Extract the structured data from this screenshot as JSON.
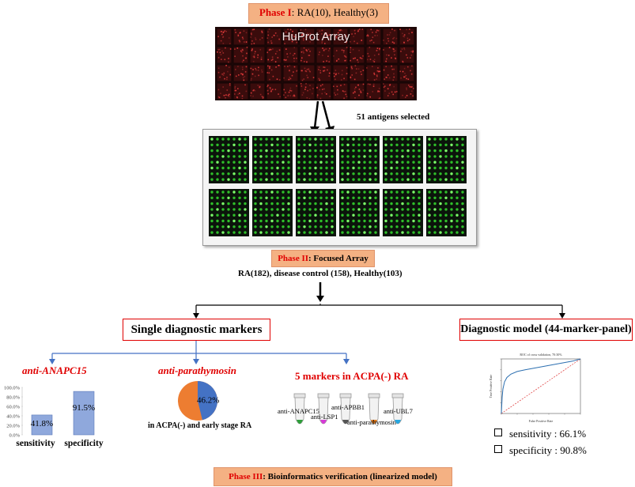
{
  "phase1": {
    "title_red": "Phase I",
    "title_rest": ": RA(10), Healthy(3)"
  },
  "huprot": {
    "label": "HuProt Array"
  },
  "selected": {
    "text": "51 antigens selected"
  },
  "phase2": {
    "title_red": "Phase II",
    "title_rest": ": Focused Array"
  },
  "cohort": {
    "text": "RA(182), disease control (158), Healthy(103)"
  },
  "single": {
    "label": "Single diagnostic markers"
  },
  "model": {
    "label": "Diagnostic model (44-marker-panel)"
  },
  "anapc15": {
    "title": "anti-ANAPC15",
    "y_ticks": [
      "100.0%",
      "80.0%",
      "60.0%",
      "40.0%",
      "20.0%",
      "0.0%"
    ],
    "bars": [
      {
        "name": "sensitivity",
        "value": 41.8,
        "label": "41.8%"
      },
      {
        "name": "specificity",
        "value": 91.5,
        "label": "91.5%"
      }
    ],
    "color": "#8fa8dc"
  },
  "parathymosin": {
    "title": "anti-parathymosin",
    "slice_value": 46.2,
    "slice_label": "46.2%",
    "caption": "in ACPA(-) and early stage RA",
    "colors": {
      "slice": "#4472c4",
      "rest": "#ed7d31"
    }
  },
  "five": {
    "title": "5 markers in ACPA(-) RA",
    "tubes": [
      "anti-ANAPC15",
      "anti-LSP1",
      "anti-APBB1",
      "anti-parathymosin",
      "anti-UBL7"
    ]
  },
  "roc": {
    "title": "ROC of cross validation, 70:30%",
    "xlabel": "False Positive Rate",
    "ylabel": "True Positive Rate"
  },
  "metrics": [
    {
      "label": "sensitivity : 66.1%"
    },
    {
      "label": "specificity : 90.8%"
    }
  ],
  "phase3": {
    "title_red": "Phase III",
    "title_rest": ": Bioinformatics verification (linearized model)"
  }
}
